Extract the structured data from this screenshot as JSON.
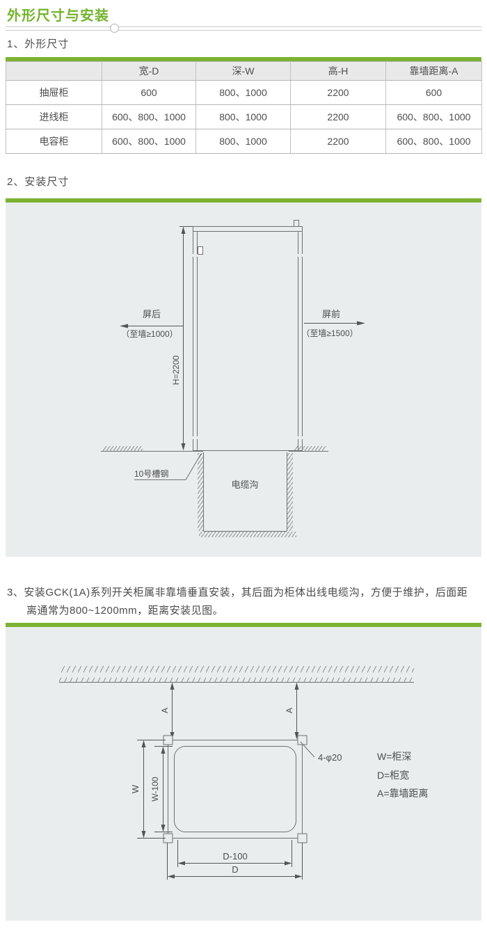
{
  "page": {
    "title": "外形尺寸与安装",
    "section1_heading": "1、外形尺寸",
    "section2_heading": "2、安装尺寸",
    "section3_line1": "3、安装GCK(1A)系列开关柜属非靠墙垂直安装，其后面为柜体出线电缆沟，方便于维护，后面距",
    "section3_line2": "离通常为800~1200mm，距离安装见图。"
  },
  "colors": {
    "accent_green": "#74b32c",
    "bar_green": "#7cb232",
    "panel_gray": "#e9edee",
    "line_gray": "#707070"
  },
  "table": {
    "headers": [
      "",
      "宽-D",
      "深-W",
      "高-H",
      "靠墙距离-A"
    ],
    "rows": [
      {
        "label": "抽屉柜",
        "values": [
          "600",
          "800、1000",
          "2200",
          "600"
        ]
      },
      {
        "label": "进线柜",
        "values": [
          "600、800、1000",
          "800、1000",
          "2200",
          "600、800、1000"
        ]
      },
      {
        "label": "电容柜",
        "values": [
          "600、800、1000",
          "800、1000",
          "2200",
          "600、800、1000"
        ]
      }
    ]
  },
  "diagram1": {
    "label_height": "H=2200",
    "label_rear": "屏后",
    "label_rear_note": "（至墙≥1000）",
    "label_front": "屏前",
    "label_front_note": "（至墙≥1500）",
    "label_channel": "10号槽钢",
    "label_trench": "电缆沟"
  },
  "diagram2": {
    "label_a_left": "A",
    "label_a_right": "A",
    "label_w": "W",
    "label_w100": "W-100",
    "label_d100": "D-100",
    "label_d": "D",
    "label_holes": "4-φ20",
    "legend": [
      "W=柜深",
      "D=柜宽",
      "A=靠墙距离"
    ]
  }
}
